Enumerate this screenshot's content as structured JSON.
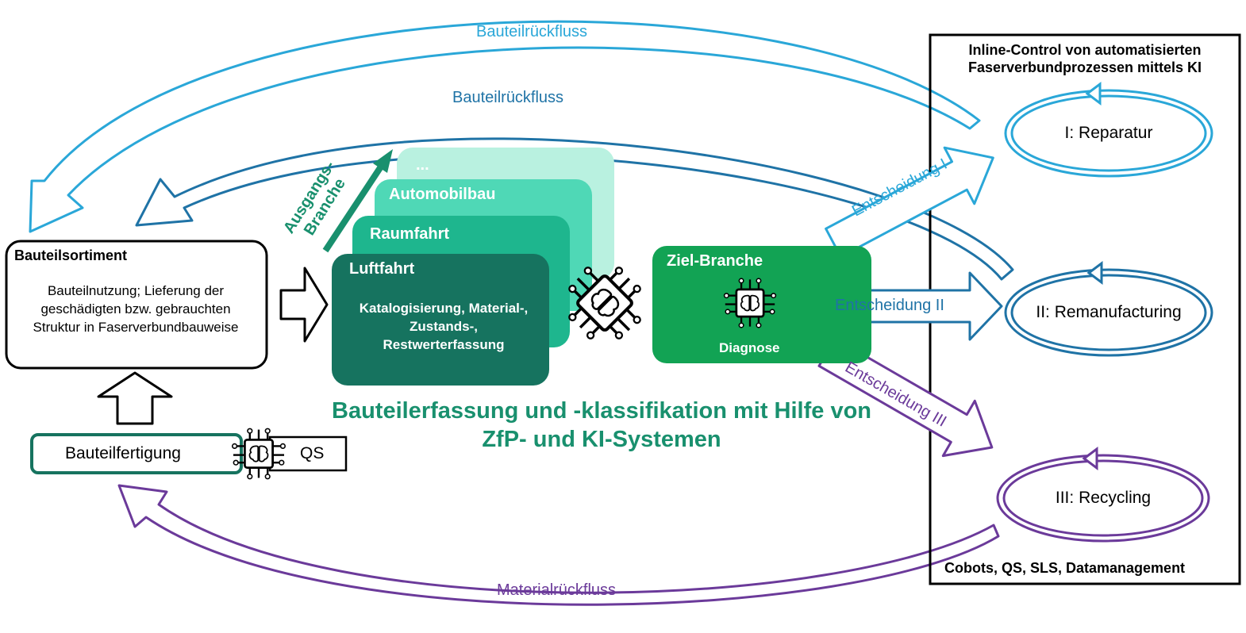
{
  "colors": {
    "light_blue": "#2aa7d8",
    "dark_blue": "#1f73a6",
    "purple": "#6b3a9a",
    "dark_teal": "#16735f",
    "mid_teal": "#1eb68e",
    "light_teal": "#4fd8b6",
    "pale_teal": "#b9f1e0",
    "green": "#12a354",
    "heading_green": "#19906e"
  },
  "flows": {
    "top_outer": "Bauteilrückfluss",
    "top_inner": "Bauteilrückfluss",
    "bottom": "Materialrückfluss"
  },
  "bauteilsortiment": {
    "title": "Bauteilsortiment",
    "body": "Bauteilnutzung; Lieferung der geschädigten bzw. gebrauchten Struktur in Faserverbundbauweise"
  },
  "fertigung": {
    "label": "Bauteilfertigung",
    "qs": "QS"
  },
  "ausgangs_branche": "Ausgangs-Branche",
  "stack": {
    "more": "...",
    "automobilbau": "Automobilbau",
    "raumfahrt": "Raumfahrt",
    "luftfahrt": "Luftfahrt",
    "luftfahrt_body": "Katalogisierung, Material-, Zustands-, Restwerterfassung"
  },
  "ziel": {
    "title": "Ziel-Branche",
    "diagnose": "Diagnose"
  },
  "main_heading": "Bauteilerfassung und -klassifikation mit Hilfe von ZfP- und KI-Systemen",
  "decisions": {
    "one": "Entscheidung I",
    "two": "Entscheidung II",
    "three": "Entscheidung III"
  },
  "inline_box": {
    "title": "Inline-Control von automatisierten Faserverbundprozessen mittels KI",
    "footer": "Cobots, QS, SLS, Datamanagement"
  },
  "outcomes": {
    "reparatur": "I: Reparatur",
    "remanufacturing": "II: Remanufacturing",
    "recycling": "III: Recycling"
  },
  "icons": [
    "ai-chip-icon",
    "brain-icon"
  ]
}
